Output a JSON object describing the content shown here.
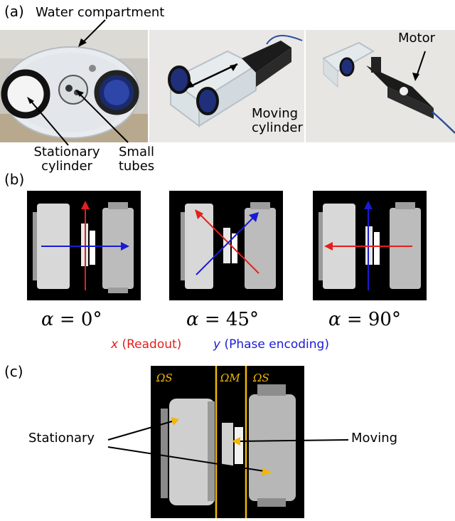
{
  "panels": {
    "a": {
      "label": "(a)",
      "annotations": {
        "water_compartment": "Water compartment",
        "stationary_cylinder_line1": "Stationary",
        "stationary_cylinder_line2": "cylinder",
        "small_tubes_line1": "Small",
        "small_tubes_line2": "tubes",
        "moving_cylinder_line1": "Moving",
        "moving_cylinder_line2": "cylinder",
        "motor": "Motor"
      }
    },
    "b": {
      "label": "(b)",
      "angles": [
        {
          "symbol": "α",
          "equals": "=",
          "value": "0",
          "unit": "°"
        },
        {
          "symbol": "α",
          "equals": "=",
          "value": "45",
          "unit": "°"
        },
        {
          "symbol": "α",
          "equals": "=",
          "value": "90",
          "unit": "°"
        }
      ],
      "legend": {
        "x_var": "x",
        "x_text": "(Readout)",
        "y_var": "y",
        "y_text": "(Phase encoding)"
      }
    },
    "c": {
      "label": "(c)",
      "regions": {
        "left": "ΩS",
        "middle": "ΩM",
        "right": "ΩS"
      },
      "labels": {
        "stationary": "Stationary",
        "moving": "Moving"
      }
    }
  },
  "colors": {
    "readout_arrow": "#e3201b",
    "phase_arrow": "#1b1bd6",
    "region_line": "#f2b705"
  }
}
